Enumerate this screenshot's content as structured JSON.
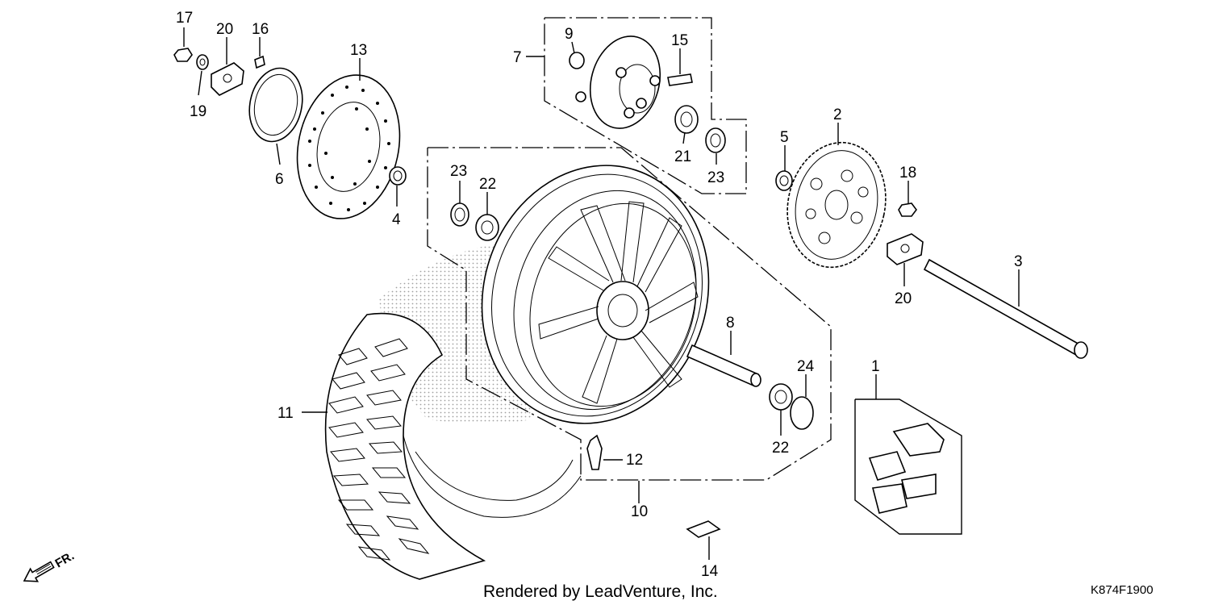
{
  "callouts": [
    {
      "id": "1",
      "label": "1"
    },
    {
      "id": "2",
      "label": "2"
    },
    {
      "id": "3",
      "label": "3"
    },
    {
      "id": "4",
      "label": "4"
    },
    {
      "id": "5",
      "label": "5"
    },
    {
      "id": "6",
      "label": "6"
    },
    {
      "id": "7",
      "label": "7"
    },
    {
      "id": "8",
      "label": "8"
    },
    {
      "id": "9",
      "label": "9"
    },
    {
      "id": "10",
      "label": "10"
    },
    {
      "id": "11",
      "label": "11"
    },
    {
      "id": "12",
      "label": "12"
    },
    {
      "id": "13",
      "label": "13"
    },
    {
      "id": "14",
      "label": "14"
    },
    {
      "id": "15",
      "label": "15"
    },
    {
      "id": "16",
      "label": "16"
    },
    {
      "id": "17",
      "label": "17"
    },
    {
      "id": "18",
      "label": "18"
    },
    {
      "id": "19",
      "label": "19"
    },
    {
      "id": "20a",
      "label": "20"
    },
    {
      "id": "20b",
      "label": "20"
    },
    {
      "id": "21",
      "label": "21"
    },
    {
      "id": "22a",
      "label": "22"
    },
    {
      "id": "22b",
      "label": "22"
    },
    {
      "id": "23a",
      "label": "23"
    },
    {
      "id": "23b",
      "label": "23"
    },
    {
      "id": "24",
      "label": "24"
    }
  ],
  "footer": {
    "rendered_by": "Rendered by LeadVenture, Inc.",
    "diagram_code": "K874F1900"
  },
  "direction_indicator": {
    "label": "FR.",
    "icon": "front-direction-arrow-icon"
  }
}
